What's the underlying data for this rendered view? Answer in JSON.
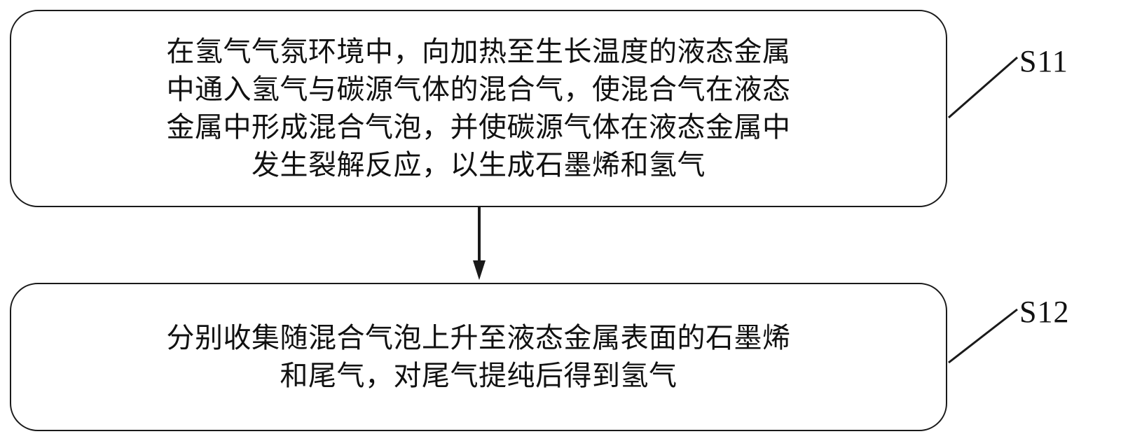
{
  "diagram": {
    "type": "flowchart",
    "orientation": "vertical",
    "background_color": "#ffffff",
    "line_color": "#1a1a1a",
    "text_color": "#111111",
    "nodes": [
      {
        "id": "s11",
        "label": "S11",
        "shape": "rounded-rectangle",
        "text": "在氢气气氛环境中，向加热至生长温度的液态金属\n中通入氢气与碳源气体的混合气，使混合气在液态\n金属中形成混合气泡，并使碳源气体在液态金属中\n发生裂解反应，以生成石墨烯和氢气"
      },
      {
        "id": "s12",
        "label": "S12",
        "shape": "rounded-rectangle",
        "text": "分别收集随混合气泡上升至液态金属表面的石墨烯\n和尾气，对尾气提纯后得到氢气"
      }
    ],
    "edges": [
      {
        "from": "s11",
        "to": "s12",
        "style": "solid",
        "arrowhead": "filled-triangle"
      }
    ]
  }
}
